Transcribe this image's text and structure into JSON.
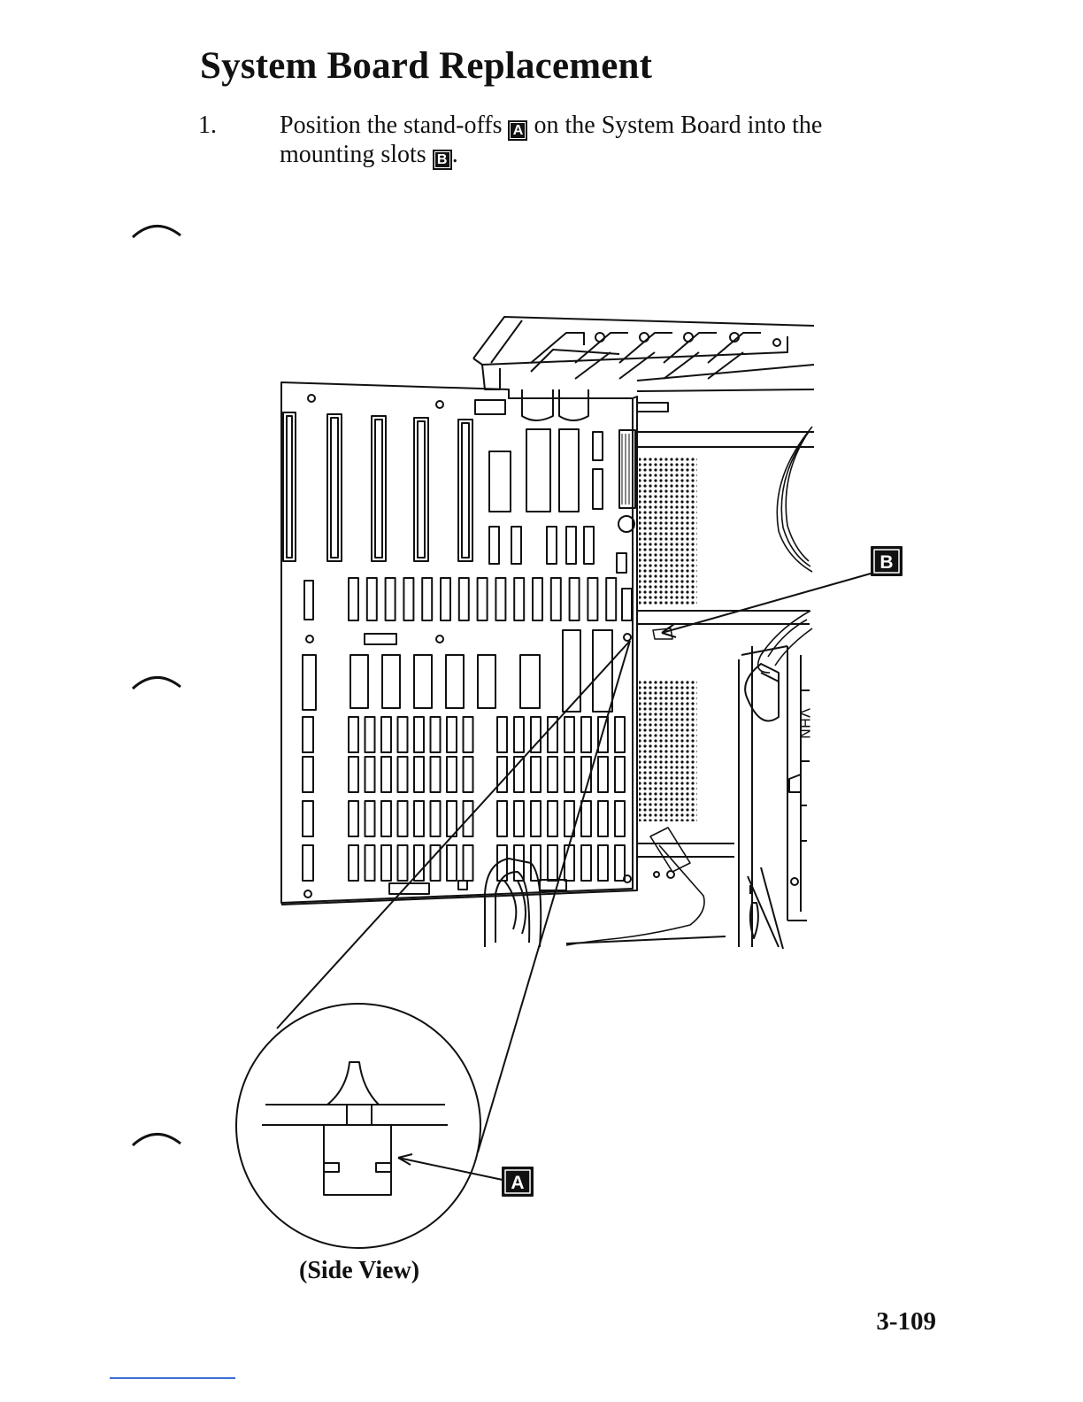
{
  "page": {
    "title": "System Board Replacement",
    "step": {
      "number": "1.",
      "text_before": "Position the stand-offs",
      "callout_a": "A",
      "text_middle": "on the System Board into the mounting slots",
      "callout_b": "B",
      "text_after": "."
    },
    "figure": {
      "callout_a": "A",
      "callout_b": "B",
      "caption": "(Side View)"
    },
    "page_number": "3-109"
  }
}
